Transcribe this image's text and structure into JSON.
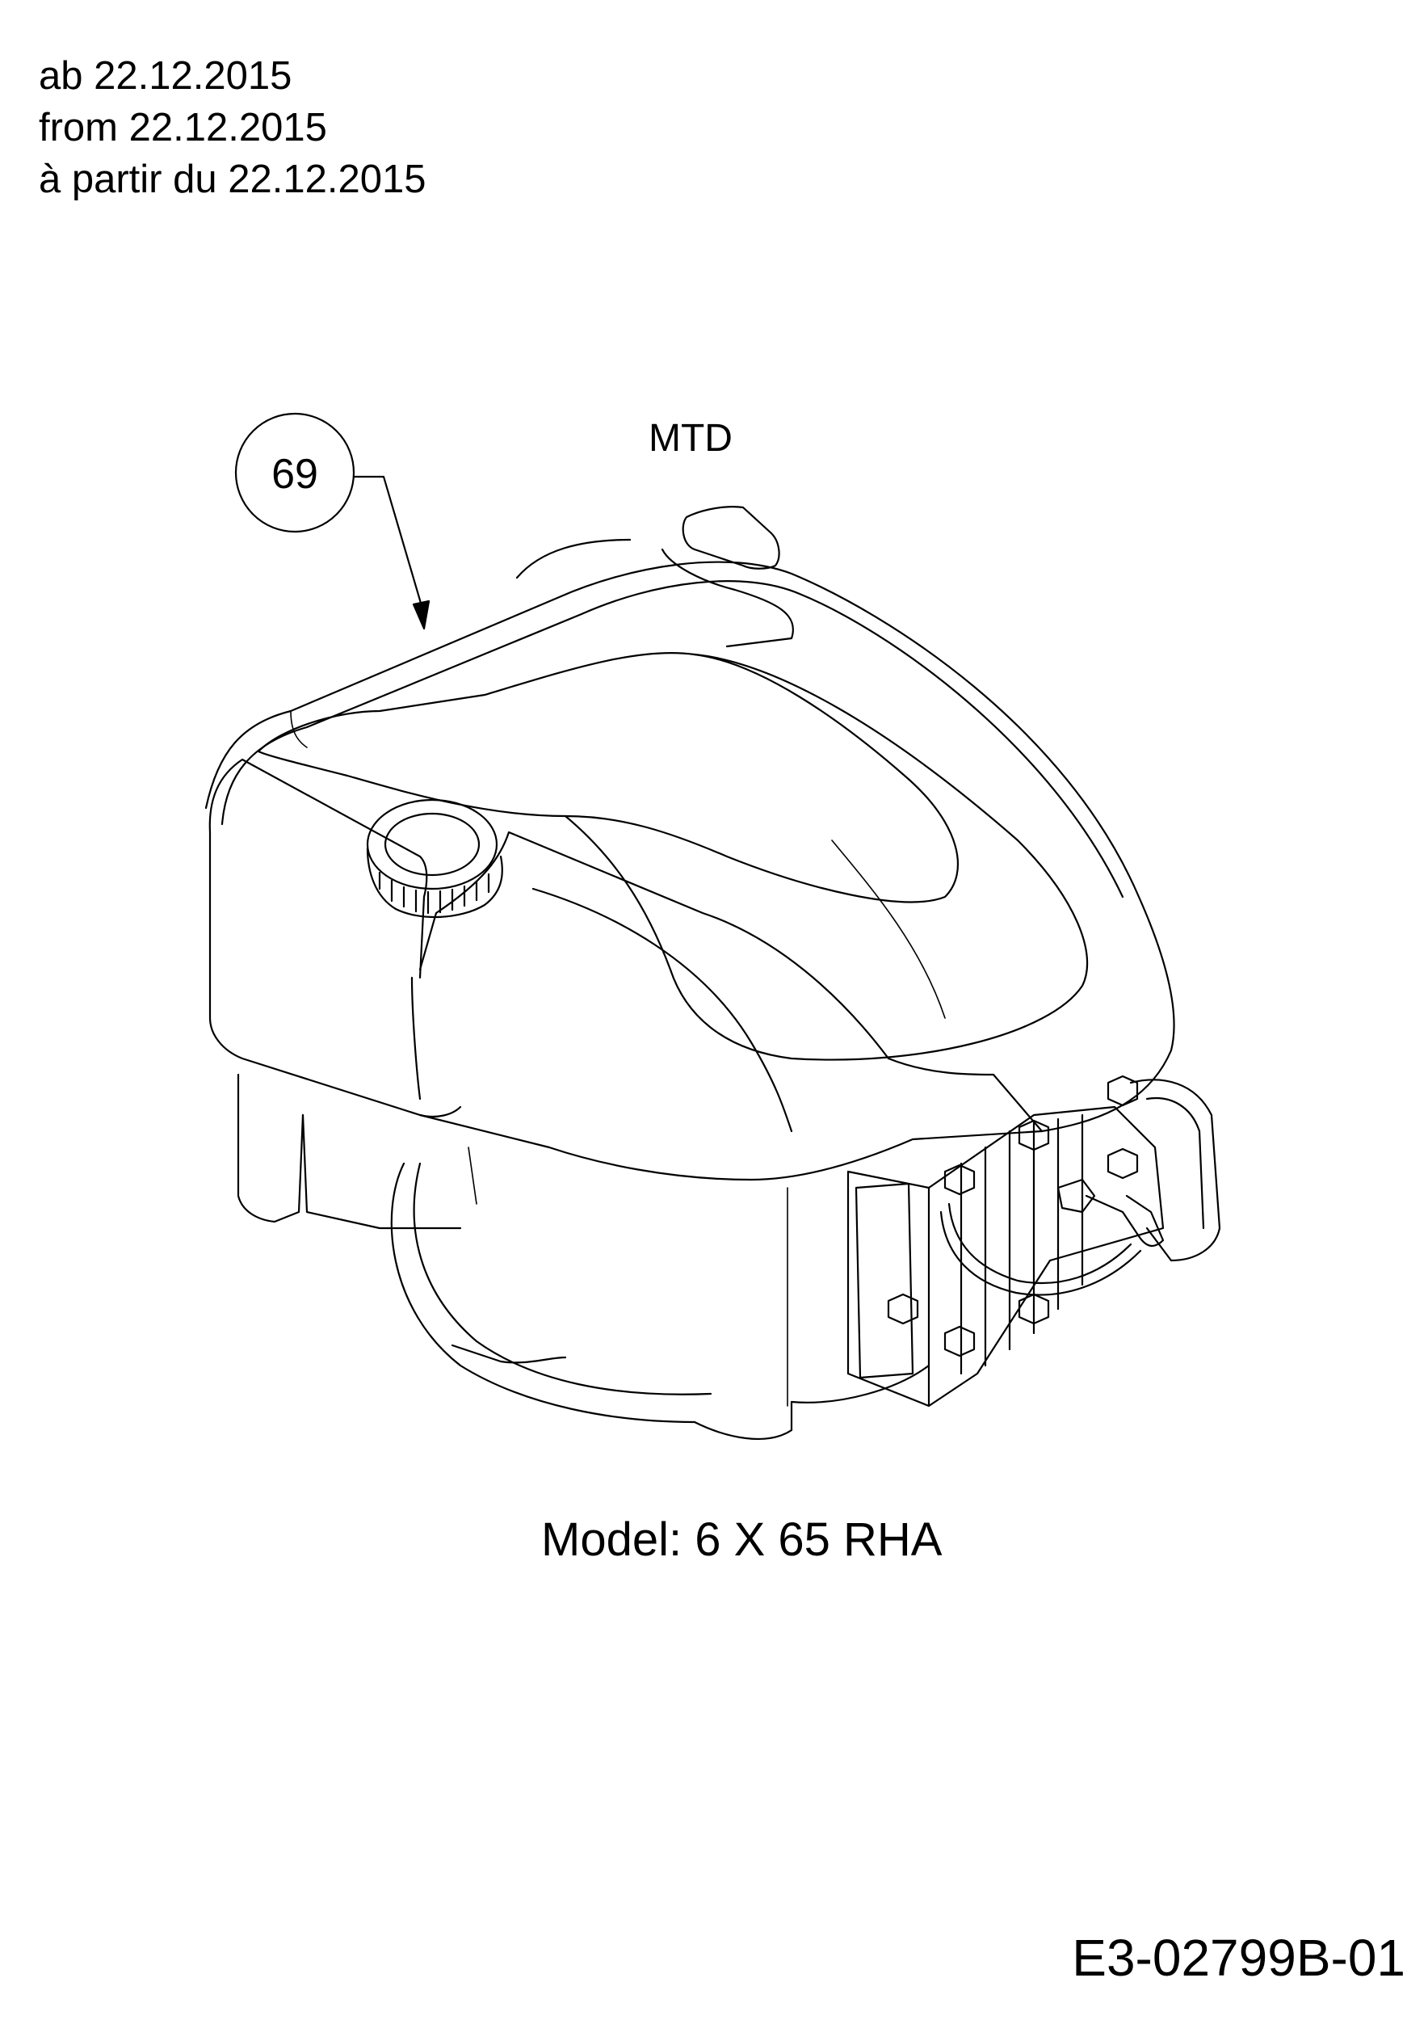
{
  "validity": {
    "line_de": "ab 22.12.2015",
    "line_en": "from 22.12.2015",
    "line_fr": "à partir du 22.12.2015"
  },
  "diagram": {
    "brand": "MTD",
    "callout": "69",
    "model": "Model: 6 X 65 RHA"
  },
  "document_ref": "E3-02799B-01"
}
